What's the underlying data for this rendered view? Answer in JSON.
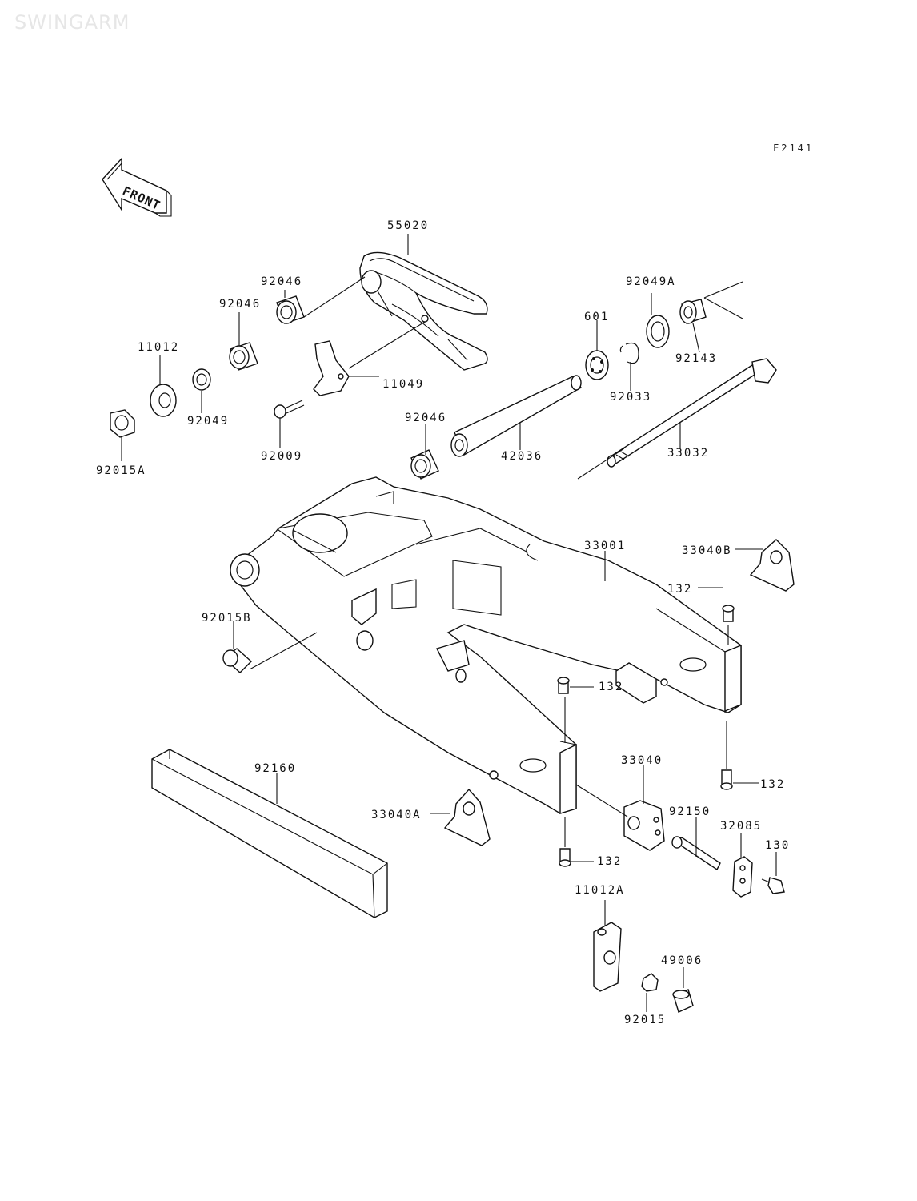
{
  "diagram": {
    "watermark": "SWINGARM",
    "figure_code": "F2141",
    "front_label": "FRONT",
    "part_labels": [
      "55020",
      "92046",
      "92046",
      "11012",
      "92049",
      "11049",
      "92009",
      "92015A",
      "92049A",
      "601",
      "92143",
      "92033",
      "92046",
      "42036",
      "33032",
      "33001",
      "33040B",
      "132",
      "92015B",
      "132",
      "132",
      "92160",
      "33040",
      "33040A",
      "92150",
      "32085",
      "130",
      "132",
      "11012A",
      "49006",
      "92015"
    ]
  }
}
